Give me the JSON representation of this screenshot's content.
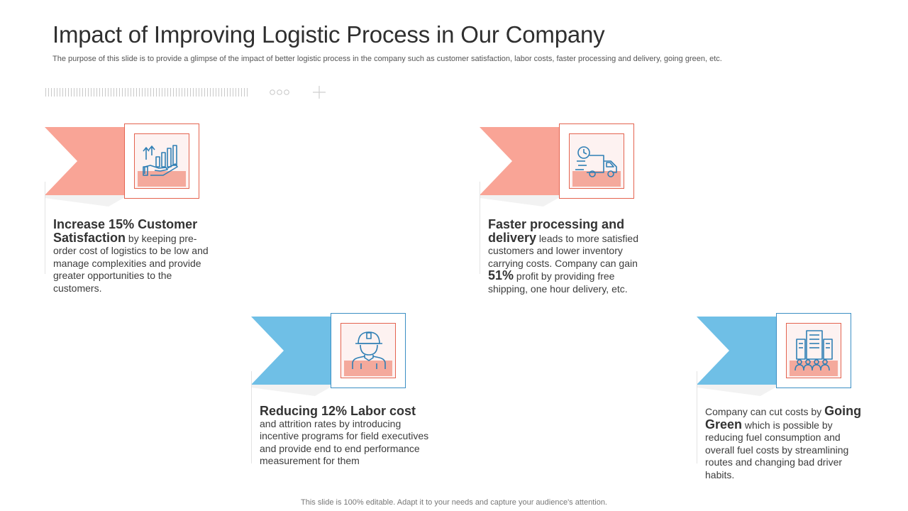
{
  "title": "Impact of Improving Logistic Process in Our Company",
  "subtitle": "The purpose of this slide is to provide a glimpse of the impact of better logistic process in the company such as customer satisfaction, labor costs, faster processing and delivery, going green, etc.",
  "colors": {
    "salmon": "#f9a496",
    "salmon_border": "#e4634f",
    "blue": "#6fbfe6",
    "blue_border": "#3b8fc4",
    "icon_line": "#2f7fb5"
  },
  "cards": [
    {
      "icon": "hand-growth-chart-icon",
      "bold1": "Increase 15% Customer Satisfaction",
      "text1": " by keeping pre-order cost of logistics to be low and manage complexities and provide greater opportunities to the customers."
    },
    {
      "icon": "delivery-truck-icon",
      "bold1": "Faster processing and delivery",
      "text1": " leads to more satisfied customers and lower inventory carrying costs. Company can gain ",
      "bold2": "51%",
      "text2": " profit by providing free shipping, one hour delivery, etc."
    },
    {
      "icon": "worker-helmet-icon",
      "bold1": "Reducing 12% Labor cost",
      "text1": "and attrition rates by introducing incentive programs for field executives and provide end to end performance measurement for them"
    },
    {
      "icon": "green-building-people-icon",
      "text0": "Company can cut costs by ",
      "bold1": "Going Green",
      "text1": " which is possible by reducing fuel consumption and overall fuel costs by streamlining routes and changing bad driver habits."
    }
  ],
  "footer": "This slide is 100% editable. Adapt it to your needs and capture your audience's attention."
}
